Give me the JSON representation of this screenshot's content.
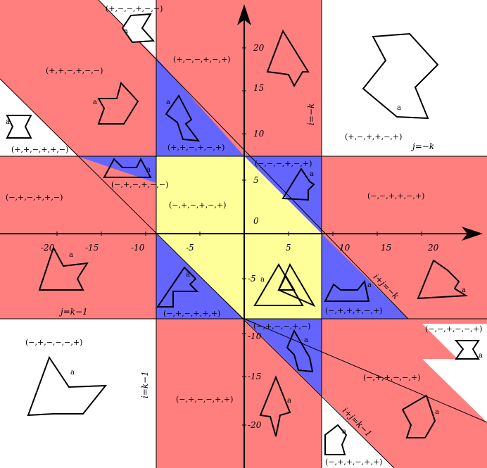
{
  "colors": {
    "red_region": "#FF7F7F",
    "blue_region": "#6464FF",
    "yellow_region": "#FFFF99",
    "white_region": "#FFFFFF",
    "axis": "#000000"
  },
  "axis_ticks": {
    "x": [
      "-20",
      "-15",
      "-10",
      "-5",
      "5",
      "10",
      "15",
      "20"
    ],
    "y": [
      "20",
      "15",
      "10",
      "5",
      "0",
      "-5",
      "-10",
      "-15",
      "-20"
    ]
  },
  "equations": {
    "i_eq_minus_k": "i=−k",
    "j_eq_minus_k": "j=−k",
    "ipj_eq_minus_k": "i+j=−k",
    "j_eq_k_minus_1": "j=k−1",
    "i_eq_k_minus_1": "i=k−1",
    "ipj_eq_k_minus_1": "i+j=k−1"
  },
  "region_labels": {
    "r1": "(+,−,−,+,−,−)",
    "r2": "(+,+,−,+,−,−)",
    "r3": "(+,−,−,+,−,+)",
    "r4": "(+,+,−,+,+,−)",
    "r5": "(+,+,−,+,−,+)",
    "r6": "(+,−,+,+,−,+)",
    "r7": "(−,−,−,+,−,+)",
    "r8": "(−,+,−,+,−,−)",
    "r9": "(−,+,−,+,+,−)",
    "r10": "(−,+,−,+,−,+)",
    "r11": "(−,−,+,+,−,+)",
    "r12": "(−,+,−,+,+,+)",
    "r13": "(−,+,+,+,−,+)",
    "r14": "(−,+,−,−,+,−)",
    "r15": "(−,+,−,−,−,+)",
    "r16": "(−,−,+,−,−,+)",
    "r17": "(−,+,−,−,+,+)",
    "r18": "(−,+,+,−,−,+)",
    "r19": "(−,+,+,−,+,+)"
  },
  "shape_marker": "a"
}
